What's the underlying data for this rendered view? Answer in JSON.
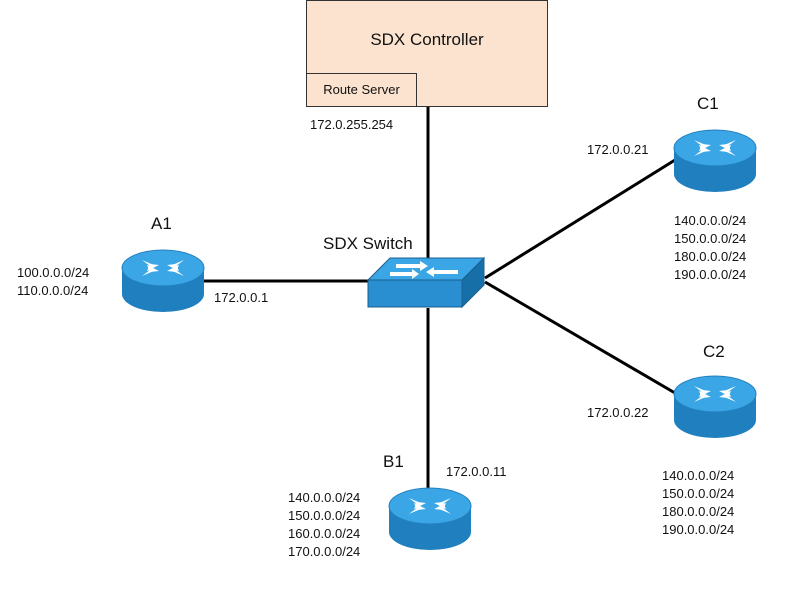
{
  "controller": {
    "title": "SDX Controller",
    "route_server_label": "Route Server",
    "ip": "172.0.255.254"
  },
  "switch": {
    "label": "SDX Switch"
  },
  "routers": {
    "a1": {
      "name": "A1",
      "ip": "172.0.0.1",
      "prefixes": [
        "100.0.0.0/24",
        "110.0.0.0/24"
      ]
    },
    "b1": {
      "name": "B1",
      "ip": "172.0.0.11",
      "prefixes": [
        "140.0.0.0/24",
        "150.0.0.0/24",
        "160.0.0.0/24",
        "170.0.0.0/24"
      ]
    },
    "c1": {
      "name": "C1",
      "ip": "172.0.0.21",
      "prefixes": [
        "140.0.0.0/24",
        "150.0.0.0/24",
        "180.0.0.0/24",
        "190.0.0.0/24"
      ]
    },
    "c2": {
      "name": "C2",
      "ip": "172.0.0.22",
      "prefixes": [
        "140.0.0.0/24",
        "150.0.0.0/24",
        "180.0.0.0/24",
        "190.0.0.0/24"
      ]
    }
  },
  "colors": {
    "controller_fill": "#fbe3cf",
    "device_blue": "#2a8fd0",
    "link": "#000000"
  }
}
